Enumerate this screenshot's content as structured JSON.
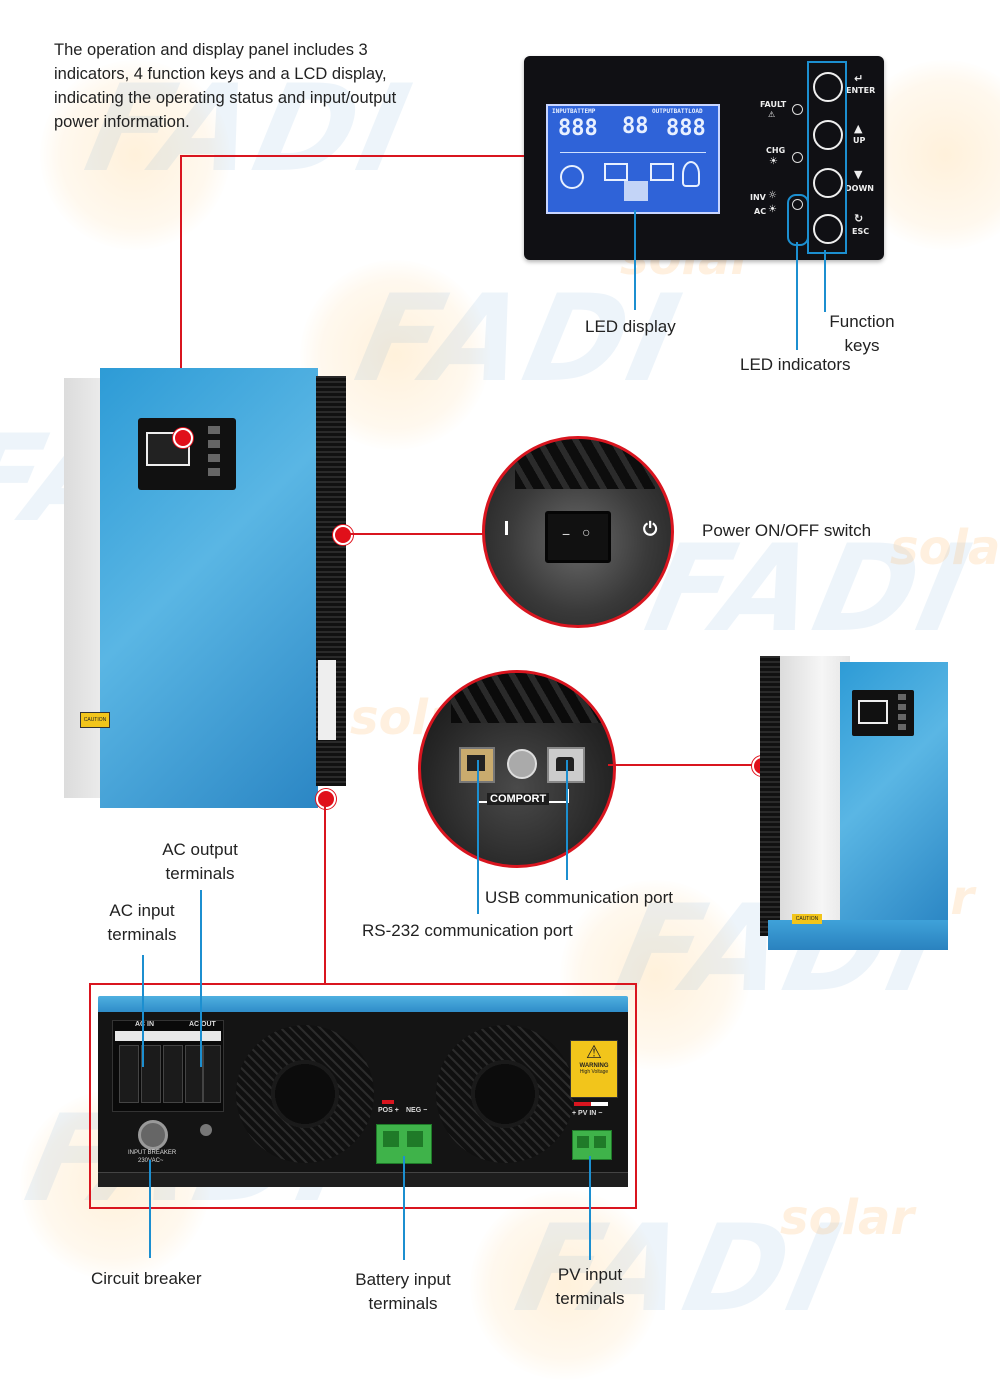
{
  "intro_text": "The operation and display panel includes 3 indicators, 4 function keys and a LCD display, indicating the operating status and input/output power information.",
  "watermark": {
    "brand": "FADI",
    "sub": "solar"
  },
  "control_panel": {
    "leds": {
      "fault": "FAULT",
      "chg": "CHG",
      "inv": "INV",
      "ac": "AC"
    },
    "keys": {
      "enter": "ENTER",
      "up": "UP",
      "down": "DOWN",
      "esc": "ESC"
    },
    "lcd": {
      "top_left": "INPUTBATTEMP",
      "top_right": "OUTPUTBATTLOAD",
      "digits_left": "888",
      "digits_mid": "88",
      "digits_right": "888"
    }
  },
  "labels": {
    "led_display": "LED display",
    "function_keys": "Function keys",
    "led_indicators": "LED indicators",
    "power_switch": "Power ON/OFF switch",
    "usb_port": "USB communication port",
    "rs232_port": "RS-232 communication port",
    "ac_output": "AC output terminals",
    "ac_input": "AC input terminals",
    "circuit_breaker": "Circuit breaker",
    "battery_input": "Battery input terminals",
    "pv_input": "PV input terminals"
  },
  "device_text": {
    "comport": "COMPORT",
    "ac_in": "AC IN",
    "ac_out": "AC OUT",
    "pos": "POS +",
    "neg": "NEG −",
    "pv_in": "+ PV IN −",
    "warning": "WARNING",
    "warning_sub": "High Voltage",
    "breaker": "INPUT BREAKER",
    "breaker_rating": "230VAC~",
    "caution": "CAUTION"
  },
  "colors": {
    "callout_red": "#d9151f",
    "callout_blue": "#1c8fd0",
    "inverter_blue": "#3ba6dc"
  }
}
